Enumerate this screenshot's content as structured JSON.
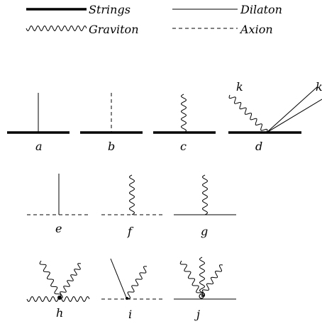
{
  "legend": {
    "strings": "Strings",
    "dilaton": "Dilaton",
    "graviton": "Graviton",
    "axion": "Axion"
  },
  "panels": {
    "a": "a",
    "b": "b",
    "c": "c",
    "d": "d",
    "e": "e",
    "f": "f",
    "g": "g",
    "h": "h",
    "i": "i",
    "j": "j"
  },
  "momentum_label": "k",
  "colors": {
    "ink": "#000000",
    "background": "#ffffff"
  }
}
